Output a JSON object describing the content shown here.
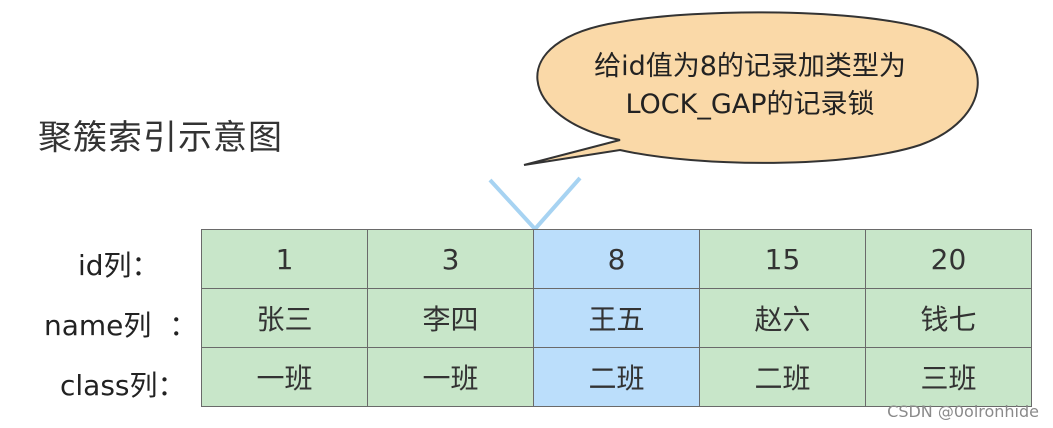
{
  "title": "聚簇索引示意图",
  "callout": {
    "line1": "给id值为8的记录加类型为",
    "line2": "LOCK_GAP的记录锁"
  },
  "row_labels": {
    "id": "id列：",
    "name": "name列  ：",
    "class": "class列："
  },
  "columns": [
    {
      "id": "1",
      "name": "张三",
      "class": "一班"
    },
    {
      "id": "3",
      "name": "李四",
      "class": "一班"
    },
    {
      "id": "8",
      "name": "王五",
      "class": "二班"
    },
    {
      "id": "15",
      "name": "赵六",
      "class": "二班"
    },
    {
      "id": "20",
      "name": "钱七",
      "class": "三班"
    }
  ],
  "highlighted_column": "8",
  "colors": {
    "cell_green": "#c8e6c9",
    "cell_blue": "#bbdefb",
    "bubble_fill": "#fad9a8",
    "pointer": "#a7d3f2"
  },
  "watermark": "CSDN @0olronhide"
}
